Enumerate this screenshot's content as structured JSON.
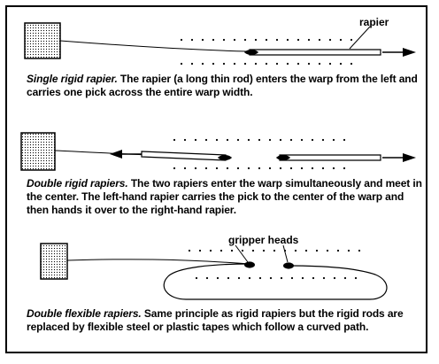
{
  "panels": [
    {
      "lead": "Single rigid rapier.",
      "body": " The rapier (a long thin rod) enters the warp from the left and carries one pick across the entire warp width."
    },
    {
      "lead": "Double rigid rapiers.",
      "body": " The two rapiers enter the warp simultaneously and meet in the center. The left-hand rapier carries the pick to the center of the warp and then hands it over to the right-hand rapier."
    },
    {
      "lead": "Double flexible rapiers.",
      "body": " Same principle as rigid rapiers but the rigid rods are replaced by flexible steel or plastic tapes which follow a curved path."
    }
  ],
  "labels": {
    "rapier": "rapier",
    "gripper_heads": "gripper heads"
  }
}
